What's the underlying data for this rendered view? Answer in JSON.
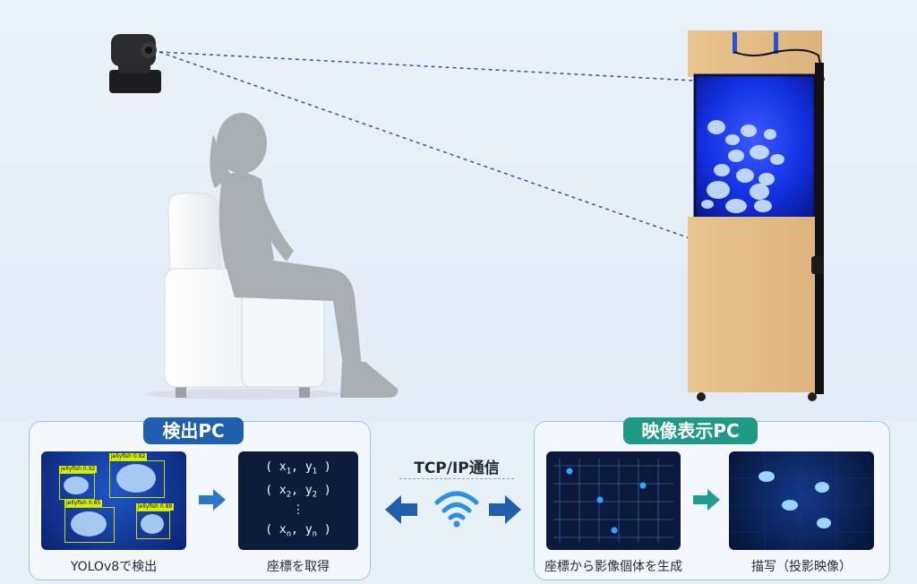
{
  "left_panel": {
    "title": "検出PC",
    "step1_caption": "YOLOv8で検出",
    "step2_caption": "座標を取得",
    "detections": [
      "jellyfish 0.92",
      "jellyfish 0.92",
      "jellyfish 0.85",
      "jellyfish 0.88"
    ],
    "coords": [
      "x",
      "y",
      "1",
      "2",
      "n",
      "⋮"
    ]
  },
  "link": {
    "label": "TCP/IP通信"
  },
  "right_panel": {
    "title": "映像表示PC",
    "step1_caption": "座標から影像個体を生成",
    "step2_caption": "描写（投影映像）"
  },
  "colors": {
    "left_accent": "#1f5fae",
    "right_accent": "#1e9a87",
    "arrow_blue": "#2a78c8",
    "arrow_teal": "#20a08c",
    "tank_glow": "#1a3cff"
  }
}
